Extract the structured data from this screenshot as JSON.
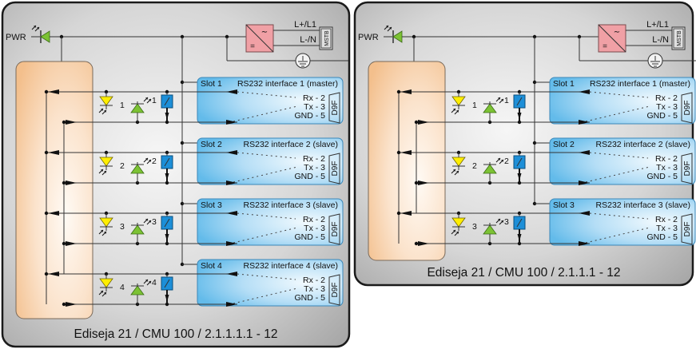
{
  "colors": {
    "panel_dark": "#a9a9a9",
    "panel_light": "#f4f4f4",
    "mcu_dark": "#f3c08f",
    "mcu_light": "#fff6ee",
    "slot_dark": "#6cc0ec",
    "slot_light": "#eaf6fd",
    "led_yellow": "#ffee00",
    "led_green": "#7cc234",
    "relay_blue": "#1d8fd8",
    "psu_pink": "#f0a0a5"
  },
  "power": {
    "pwr_label": "PWR",
    "l1_label": "L+/L1",
    "ln_label": "L-/N",
    "terminal_label": "MSTB"
  },
  "diagrams": [
    {
      "title": "Ediseja 21 / CMU 100 / 2.1.1.1.1 - 12",
      "slots": [
        {
          "slot": "Slot 1",
          "name": "RS232 interface 1 (master)",
          "index": "1",
          "pins": [
            "Rx - 2",
            "Tx - 3",
            "GND - 5"
          ],
          "connector": "D9F"
        },
        {
          "slot": "Slot 2",
          "name": "RS232 interface 2 (slave)",
          "index": "2",
          "pins": [
            "Rx - 2",
            "Tx - 3",
            "GND - 5"
          ],
          "connector": "D9F"
        },
        {
          "slot": "Slot 3",
          "name": "RS232 interface 3 (slave)",
          "index": "3",
          "pins": [
            "Rx - 2",
            "Tx - 3",
            "GND - 5"
          ],
          "connector": "D9F"
        },
        {
          "slot": "Slot 4",
          "name": "RS232 interface 4 (slave)",
          "index": "4",
          "pins": [
            "Rx - 2",
            "Tx - 3",
            "GND - 5"
          ],
          "connector": "D9F"
        }
      ]
    },
    {
      "title": "Ediseja 21 / CMU 100 / 2.1.1.1 - 12",
      "slots": [
        {
          "slot": "Slot 1",
          "name": "RS232 interface 1 (master)",
          "index": "1",
          "pins": [
            "Rx - 2",
            "Tx - 3",
            "GND - 5"
          ],
          "connector": "D9F"
        },
        {
          "slot": "Slot 2",
          "name": "RS232 interface 2 (slave)",
          "index": "2",
          "pins": [
            "Rx - 2",
            "Tx - 3",
            "GND - 5"
          ],
          "connector": "D9F"
        },
        {
          "slot": "Slot 3",
          "name": "RS232 interface 3 (slave)",
          "index": "3",
          "pins": [
            "Rx - 2",
            "Tx - 3",
            "GND - 5"
          ],
          "connector": "D9F"
        }
      ]
    }
  ]
}
